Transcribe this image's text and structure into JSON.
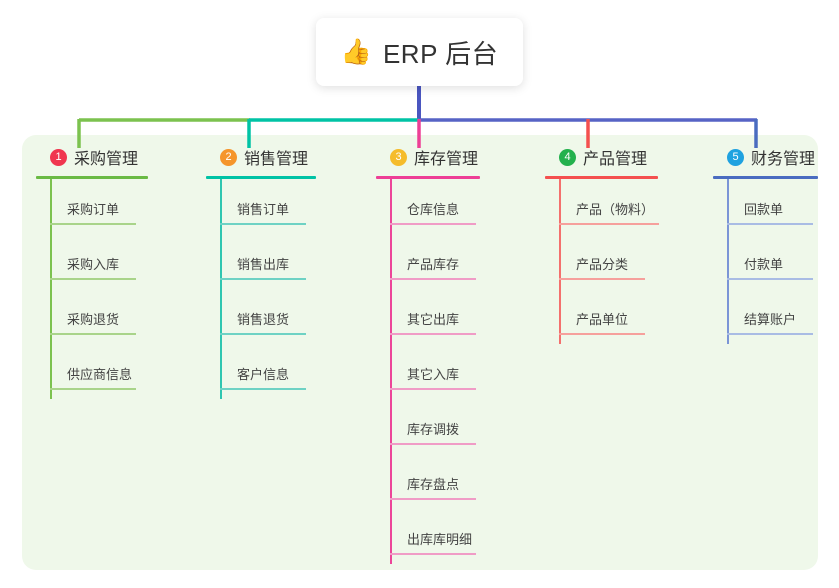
{
  "root": {
    "icon": "thumbs-up-emoji",
    "emoji": "👍",
    "title": "ERP 后台"
  },
  "theme": {
    "panel_bg": "#eff8ea",
    "page_bg": "#ffffff",
    "card_bg": "#ffffff",
    "title_text": "#333333",
    "leaf_text": "#444444",
    "trunk": "#4a56c0"
  },
  "columns": [
    {
      "number": "1",
      "label": "采购管理",
      "badge_color": "#f0364f",
      "rule_color": "#6aba44",
      "line_color": "#7cc24f",
      "leaf_rule_color": "#a9d48a",
      "drop_color": "#6aba44",
      "leaves": [
        "采购订单",
        "采购入库",
        "采购退货",
        "供应商信息"
      ]
    },
    {
      "number": "2",
      "label": "销售管理",
      "badge_color": "#f5952b",
      "rule_color": "#00c3a5",
      "line_color": "#2fc6b0",
      "leaf_rule_color": "#6ed2c4",
      "drop_color": "#00c3a5",
      "leaves": [
        "销售订单",
        "销售出库",
        "销售退货",
        "客户信息"
      ]
    },
    {
      "number": "3",
      "label": "库存管理",
      "badge_color": "#f5bc2b",
      "rule_color": "#ed3f96",
      "line_color": "#ec4699",
      "leaf_rule_color": "#f09cc6",
      "drop_color": "#ed3f96",
      "leaves": [
        "仓库信息",
        "产品库存",
        "其它出库",
        "其它入库",
        "库存调拨",
        "库存盘点",
        "出库库明细"
      ]
    },
    {
      "number": "4",
      "label": "产品管理",
      "badge_color": "#23b14d",
      "rule_color": "#f4504f",
      "line_color": "#f4706d",
      "leaf_rule_color": "#f6a09c",
      "drop_color": "#f4504f",
      "leaves": [
        "产品（物料）",
        "产品分类",
        "产品单位"
      ]
    },
    {
      "number": "5",
      "label": "财务管理",
      "badge_color": "#1fa2e0",
      "rule_color": "#4a6cc0",
      "line_color": "#7b95d6",
      "leaf_rule_color": "#a9bce4",
      "drop_color": "#4a6cc0",
      "leaves": [
        "回款单",
        "付款单",
        "结算账户"
      ]
    }
  ]
}
